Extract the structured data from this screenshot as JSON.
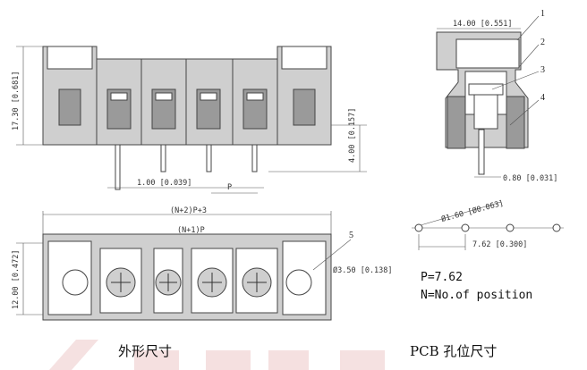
{
  "dimensions": {
    "height_total": "17.30 [0.681]",
    "pin_length": "4.00 [0.157]",
    "pin_width": "1.00 [0.039]",
    "pitch_p": "P",
    "side_width": "14.00 [0.551]",
    "pin_thick": "0.80 [0.031]",
    "length_total": "(N+2)P+3",
    "length_inner": "(N+1)P",
    "width_total": "12.00 [0.472]",
    "hole_dia": "Ø3.50 [0.138]",
    "pcb_hole": "Ø1.60 [Ø0.063]",
    "pcb_pitch": "7.62 [0.300]"
  },
  "callouts": [
    "1",
    "2",
    "3",
    "4",
    "5"
  ],
  "notes": {
    "pitch_value": "P=7.62",
    "positions": "N=No.of position"
  },
  "captions": {
    "outline": "外形尺寸",
    "pcb": "PCB 孔位尺寸"
  }
}
